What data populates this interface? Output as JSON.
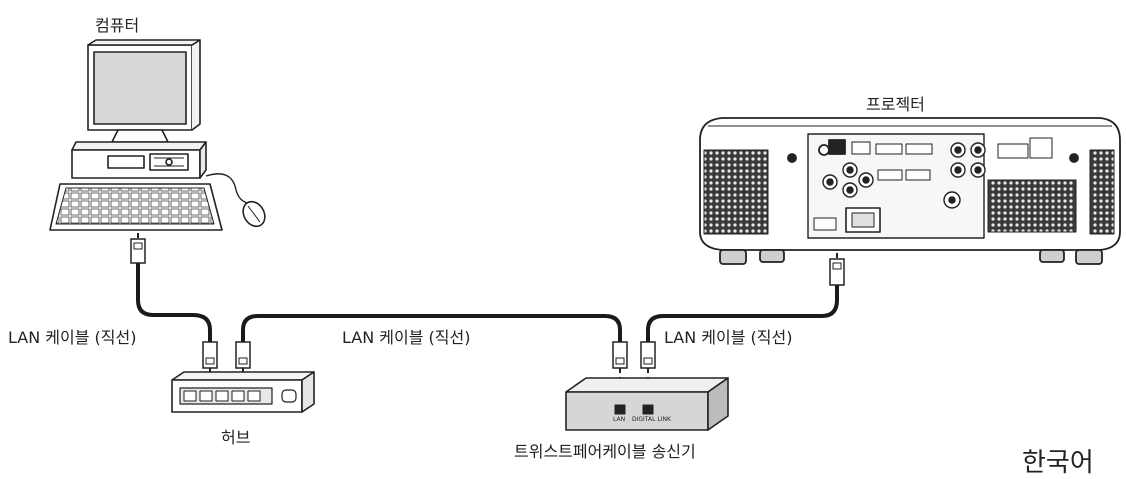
{
  "labels": {
    "computer": "컴퓨터",
    "projector": "프로젝터",
    "hub": "허브",
    "transmitter": "트위스트페어케이블 송신기",
    "cable_left": "LAN 케이블 (직선)",
    "cable_middle": "LAN 케이블 (직선)",
    "cable_right": "LAN 케이블 (직선)",
    "transmitter_port_lan": "LAN",
    "transmitter_port_dl": "DIGITAL LINK",
    "corner_text": "한국어"
  }
}
